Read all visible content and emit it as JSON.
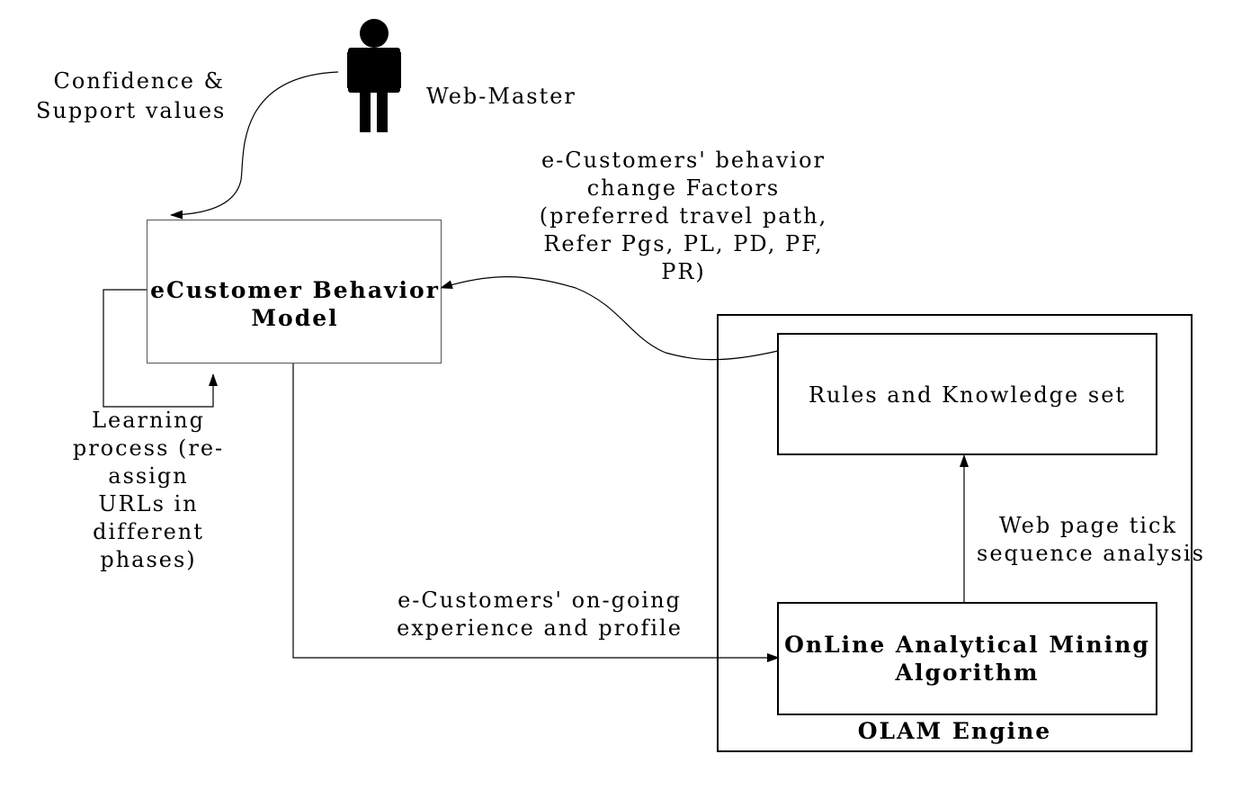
{
  "actor": {
    "label": "Web-Master",
    "icon": "person-icon"
  },
  "inputs_label": {
    "line1": "Confidence &",
    "line2": "Support  values"
  },
  "behavior_model": {
    "line1": "eCustomer Behavior",
    "line2": "Model"
  },
  "learning_label": {
    "line1": "Learning",
    "line2": "process (re-",
    "line3": "assign",
    "line4": "URLs in",
    "line5": "different",
    "line6": "phases)"
  },
  "factors_label": {
    "line1": "e-Customers' behavior",
    "line2": "change Factors",
    "line3": "(preferred travel path,",
    "line4": "Refer Pgs, PL, PD, PF,",
    "line5": "PR)"
  },
  "experience_label": {
    "line1": "e-Customers' on-going",
    "line2": "experience and profile"
  },
  "rules_box": {
    "label": "Rules  and  Knowledge  set"
  },
  "tick_label": {
    "line1": "Web page tick",
    "line2": "sequence analysis"
  },
  "mining_box": {
    "line1": "OnLine Analytical Mining",
    "line2": "Algorithm"
  },
  "engine": {
    "label": "OLAM Engine"
  }
}
